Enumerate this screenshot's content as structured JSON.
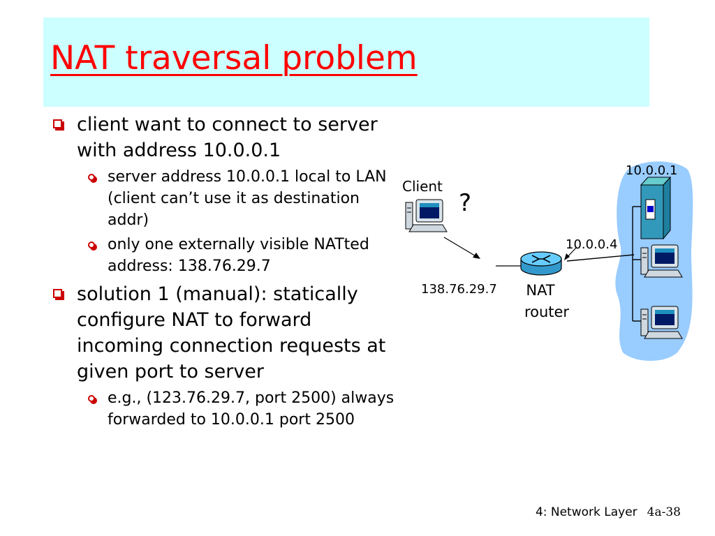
{
  "slide": {
    "title": "NAT traversal problem",
    "bullets": [
      {
        "text": "client want to connect to server with address 10.0.0.1",
        "sub": [
          "server address 10.0.0.1 local to LAN (client can’t use it as destination addr)",
          "only one externally visible NATted address: 138.76.29.7"
        ]
      },
      {
        "text": "solution 1 (manual): statically configure NAT to forward incoming connection requests at given port to server",
        "sub": [
          "e.g., (123.76.29.7, port 2500) always forwarded to 10.0.0.1 port 2500"
        ]
      }
    ]
  },
  "diagram": {
    "client_label": "Client",
    "question_mark": "?",
    "server_addr": "10.0.0.1",
    "router_lan_addr": "10.0.0.4",
    "router_wan_addr": "138.76.29.7",
    "router_label_1": "NAT",
    "router_label_2": "router",
    "icons": [
      "client-computer-icon",
      "server-icon",
      "router-icon",
      "host-computer-icon"
    ],
    "colors": {
      "lan": "#99ccff",
      "router": "#66ccff",
      "server": "#3399cc",
      "accent": "#ff0000"
    }
  },
  "footer": {
    "course": "4: Network Layer",
    "page": "4a-38"
  }
}
